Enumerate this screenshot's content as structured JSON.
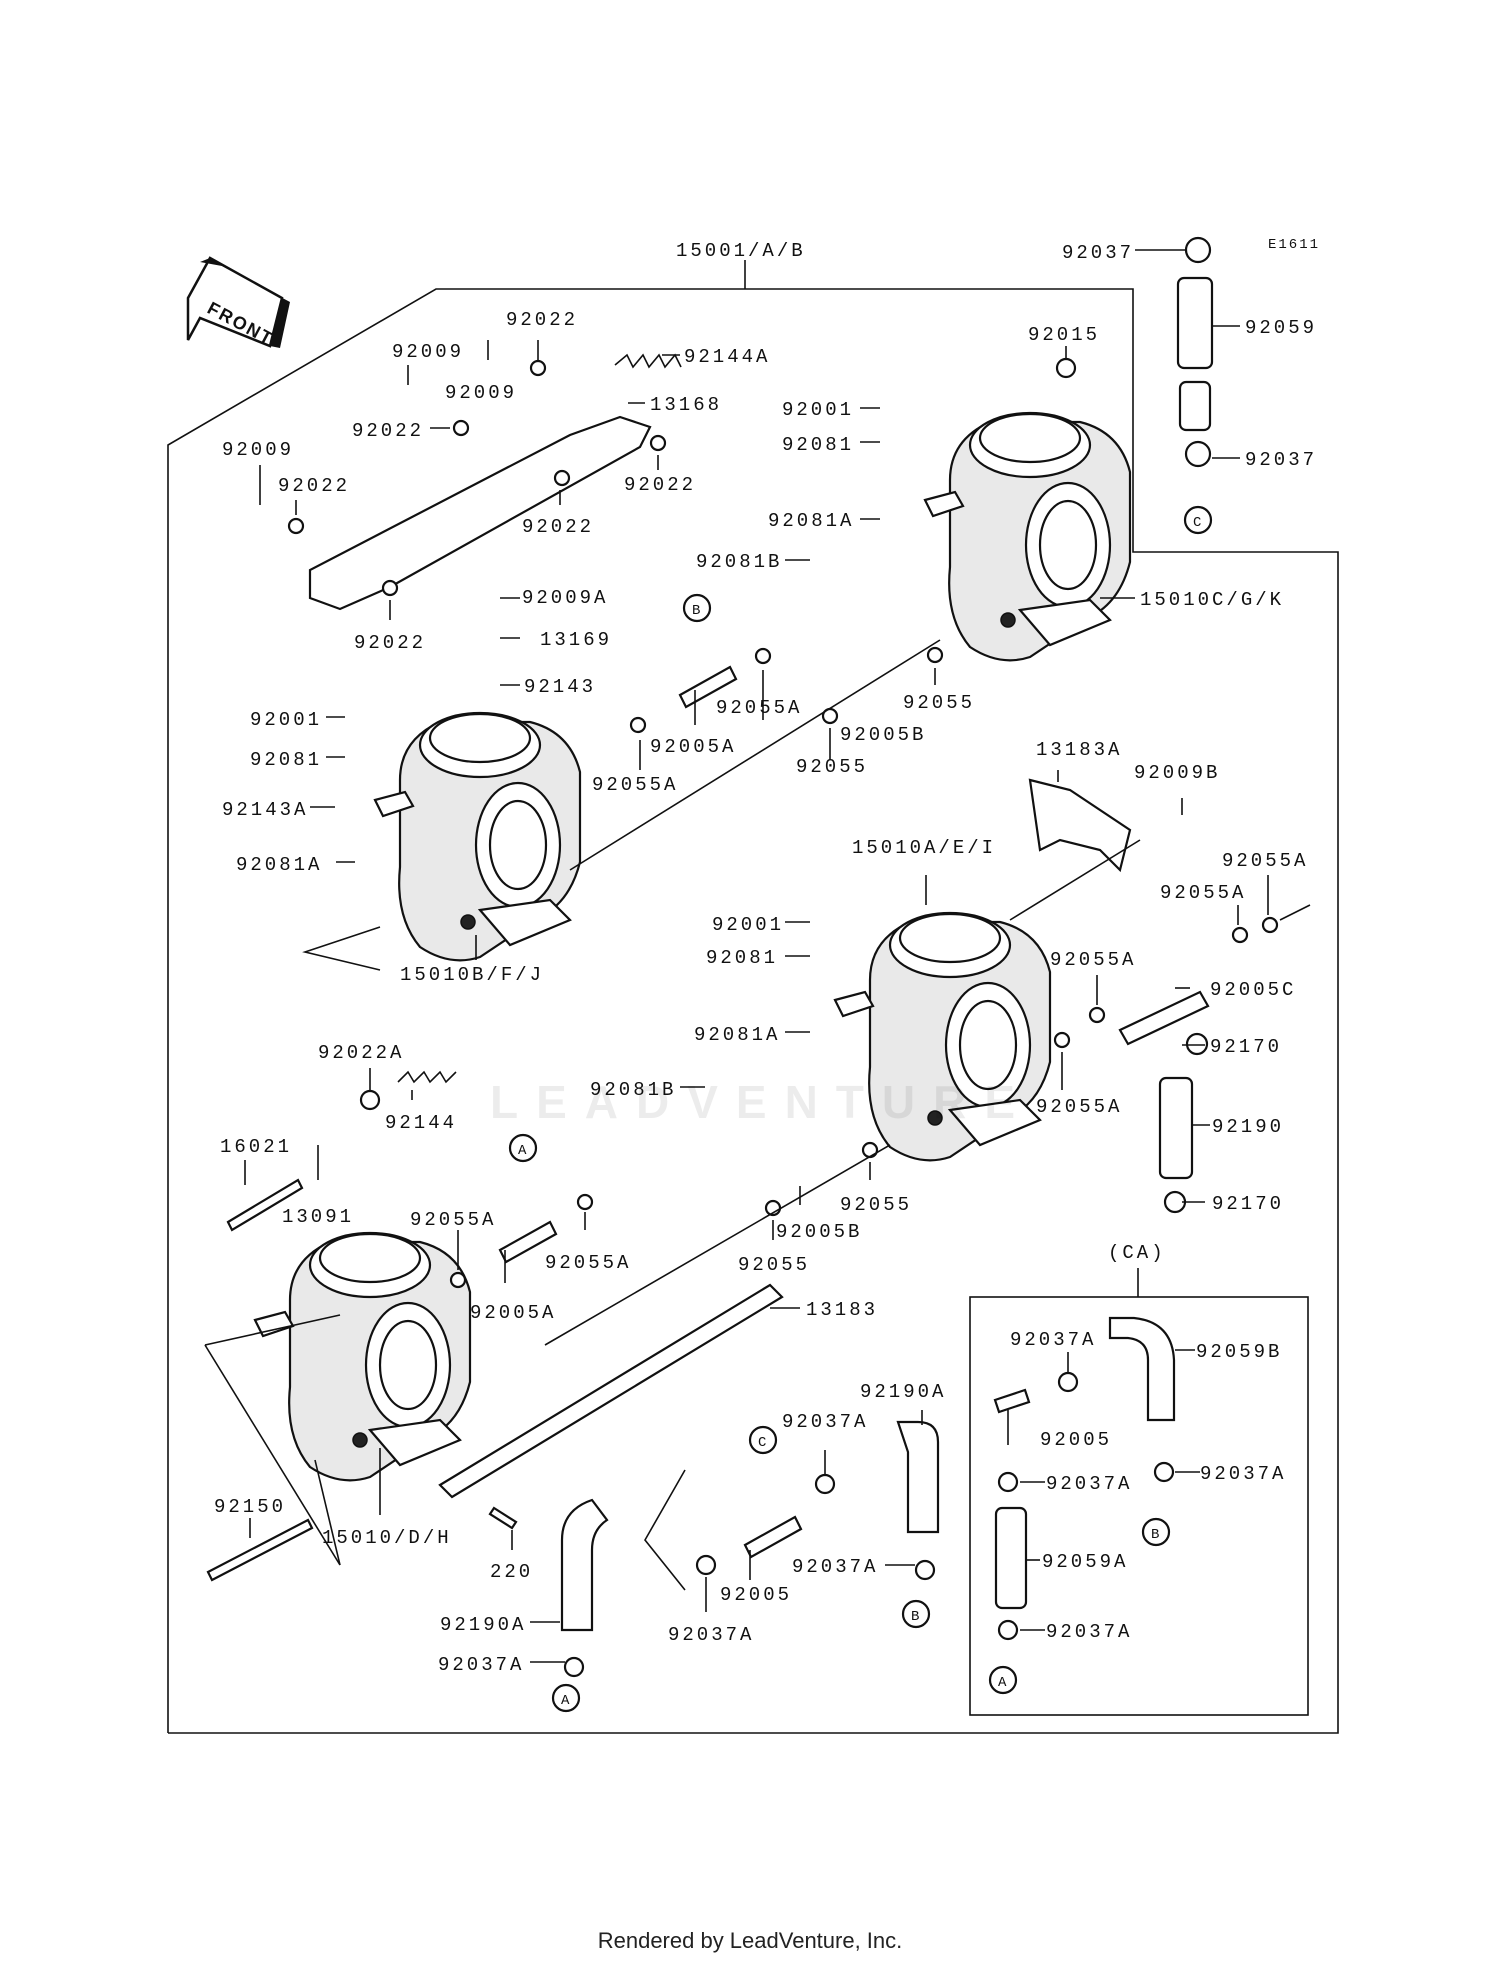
{
  "figure_code": "E1611",
  "front_label": "FRONT",
  "assembly_label": "15001/A/B",
  "ca_label": "(CA)",
  "watermark": "LEADVENTURE",
  "footer": "Rendered by LeadVenture, Inc.",
  "callouts": {
    "A": "A",
    "B": "B",
    "C": "C"
  },
  "labels": {
    "p92037_top": "92037",
    "p92059": "92059",
    "p92037_mid": "92037",
    "p92015": "92015",
    "p92001_r": "92001",
    "p92081_r": "92081",
    "p92081A_r": "92081A",
    "p92081B_r": "92081B",
    "p15010CGK": "15010C/G/K",
    "p92022_t": "92022",
    "p92144A": "92144A",
    "p92009_a": "92009",
    "p92009_b": "92009",
    "p13168": "13168",
    "p92022_a": "92022",
    "p92022_b": "92022",
    "p92009_c": "92009",
    "p92022_c": "92022",
    "p92022_d": "92022",
    "p92022_e": "92022",
    "p92009A": "92009A",
    "p13169": "13169",
    "p92143": "92143",
    "p92001_l": "92001",
    "p92081_l": "92081",
    "p92143A": "92143A",
    "p92081A_l": "92081A",
    "p15010BFJ": "15010B/F/J",
    "p92055A_1": "92055A",
    "p92005A_1": "92005A",
    "p92055A_2": "92055A",
    "p92005B_1": "92005B",
    "p92055_1": "92055",
    "p92055_2": "92055",
    "p13183A": "13183A",
    "p92009B": "92009B",
    "p92055A_3": "92055A",
    "p92055A_4": "92055A",
    "p15010AEI": "15010A/E/I",
    "p92001_m": "92001",
    "p92081_m": "92081",
    "p92081A_m": "92081A",
    "p92081B_m": "92081B",
    "p92055A_5": "92055A",
    "p92005C": "92005C",
    "p92170_1": "92170",
    "p92055A_6": "92055A",
    "p92190": "92190",
    "p92170_2": "92170",
    "p92022A": "92022A",
    "p92144": "92144",
    "p16021": "16021",
    "p13091": "13091",
    "p92055A_7": "92055A",
    "p92055A_8": "92055A",
    "p92005A_2": "92005A",
    "p92055_3": "92055",
    "p92005B_2": "92005B",
    "p92055_4": "92055",
    "p13183": "13183",
    "p92150": "92150",
    "p15010DH": "15010/D/H",
    "p220": "220",
    "p92190A_1": "92190A",
    "p92037A_1": "92037A",
    "p92190A_2": "92190A",
    "p92037A_2": "92037A",
    "p92005_1": "92005",
    "p92037A_3": "92037A",
    "p92037A_4": "92037A",
    "p92037A_5": "92037A",
    "p92059B": "92059B",
    "p92005_2": "92005",
    "p92037A_6": "92037A",
    "p92037A_7": "92037A",
    "p92059A": "92059A",
    "p92037A_8": "92037A"
  }
}
